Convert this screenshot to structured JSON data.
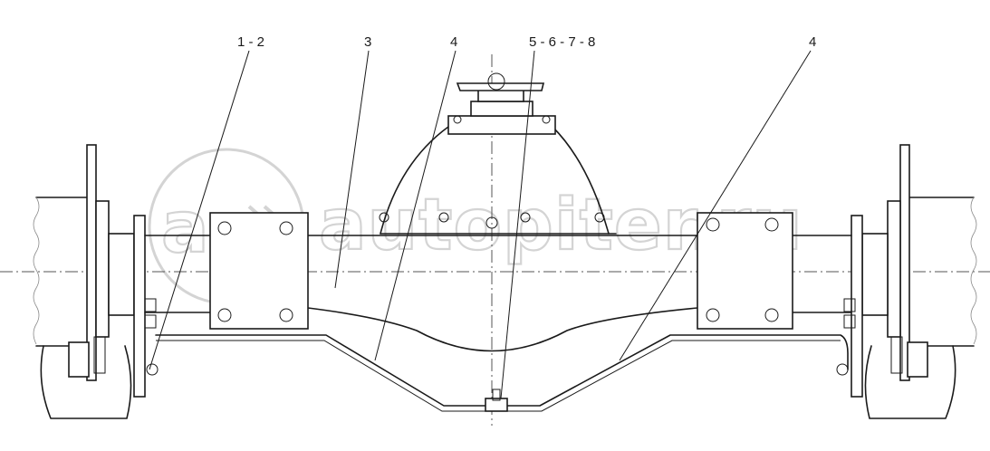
{
  "watermark": {
    "text": "autopiter.ru"
  },
  "callouts": [
    {
      "id": "c1",
      "label": "1 - 2"
    },
    {
      "id": "c2",
      "label": "3"
    },
    {
      "id": "c3",
      "label": "4"
    },
    {
      "id": "c4",
      "label": "5 - 6 - 7 - 8"
    },
    {
      "id": "c5",
      "label": "4"
    }
  ],
  "colors": {
    "line": "#1a1a1a",
    "watermark": "#d4d4d4",
    "background": "#ffffff"
  }
}
